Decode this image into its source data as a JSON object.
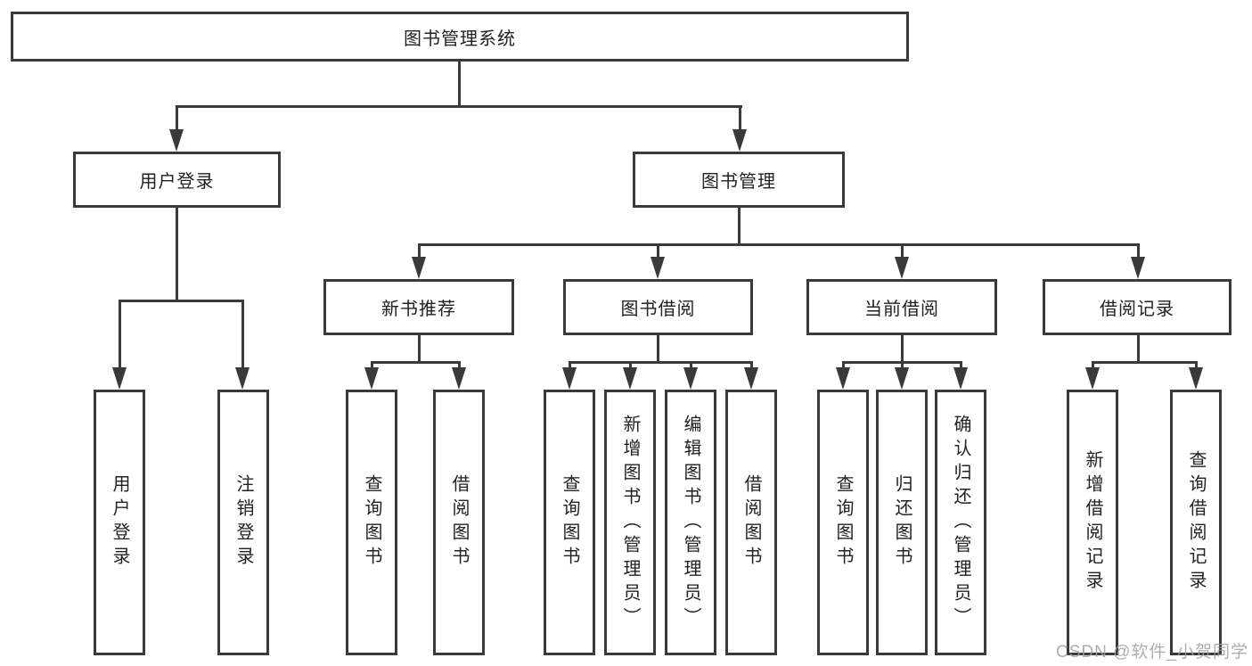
{
  "diagram": {
    "title": "图书管理系统",
    "nodes": {
      "root": "图书管理系统",
      "user_login": "用户登录",
      "book_mgmt": "图书管理",
      "new_book_rec": "新书推荐",
      "book_borrow": "图书借阅",
      "current_borrow": "当前借阅",
      "borrow_record": "借阅记录",
      "leaf_user_login": "用户登录",
      "leaf_logout": "注销登录",
      "nb_query": "查询图书",
      "nb_borrow": "借阅图书",
      "bb_query": "查询图书",
      "bb_add": "新增图书（管理员）",
      "bb_edit": "编辑图书（管理员）",
      "bb_borrow": "借阅图书",
      "cb_query": "查询图书",
      "cb_return": "归还图书",
      "cb_confirm": "确认归还（管理员）",
      "br_add": "新增借阅记录",
      "br_query": "查询借阅记录"
    },
    "colors": {
      "line": "#3a3a3a",
      "background": "#ffffff",
      "text": "#222222",
      "watermark": "#a0a0a0"
    },
    "watermark": "CSDN @软件_小贺同学"
  }
}
